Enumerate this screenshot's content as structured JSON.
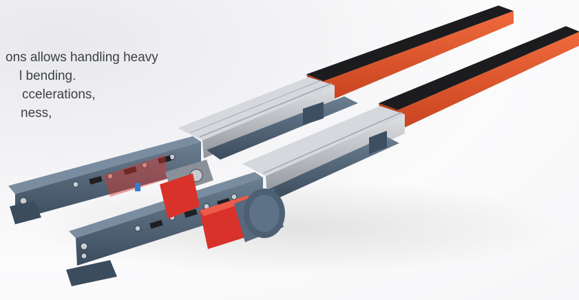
{
  "caption": {
    "lines": [
      "ons allows handling heavy",
      "l bending.",
      "ccelerations,",
      "ness,"
    ]
  },
  "colors": {
    "rail_aluminum": "#b9bcc1",
    "carriage_orange": "#e2552f",
    "carriage_top": "#1c1c1e",
    "base_steel_blue": "#4f6478",
    "motor_gearbox_red": "#d8322a",
    "motor_body": "#56697e",
    "background": "#f4f4f6"
  }
}
